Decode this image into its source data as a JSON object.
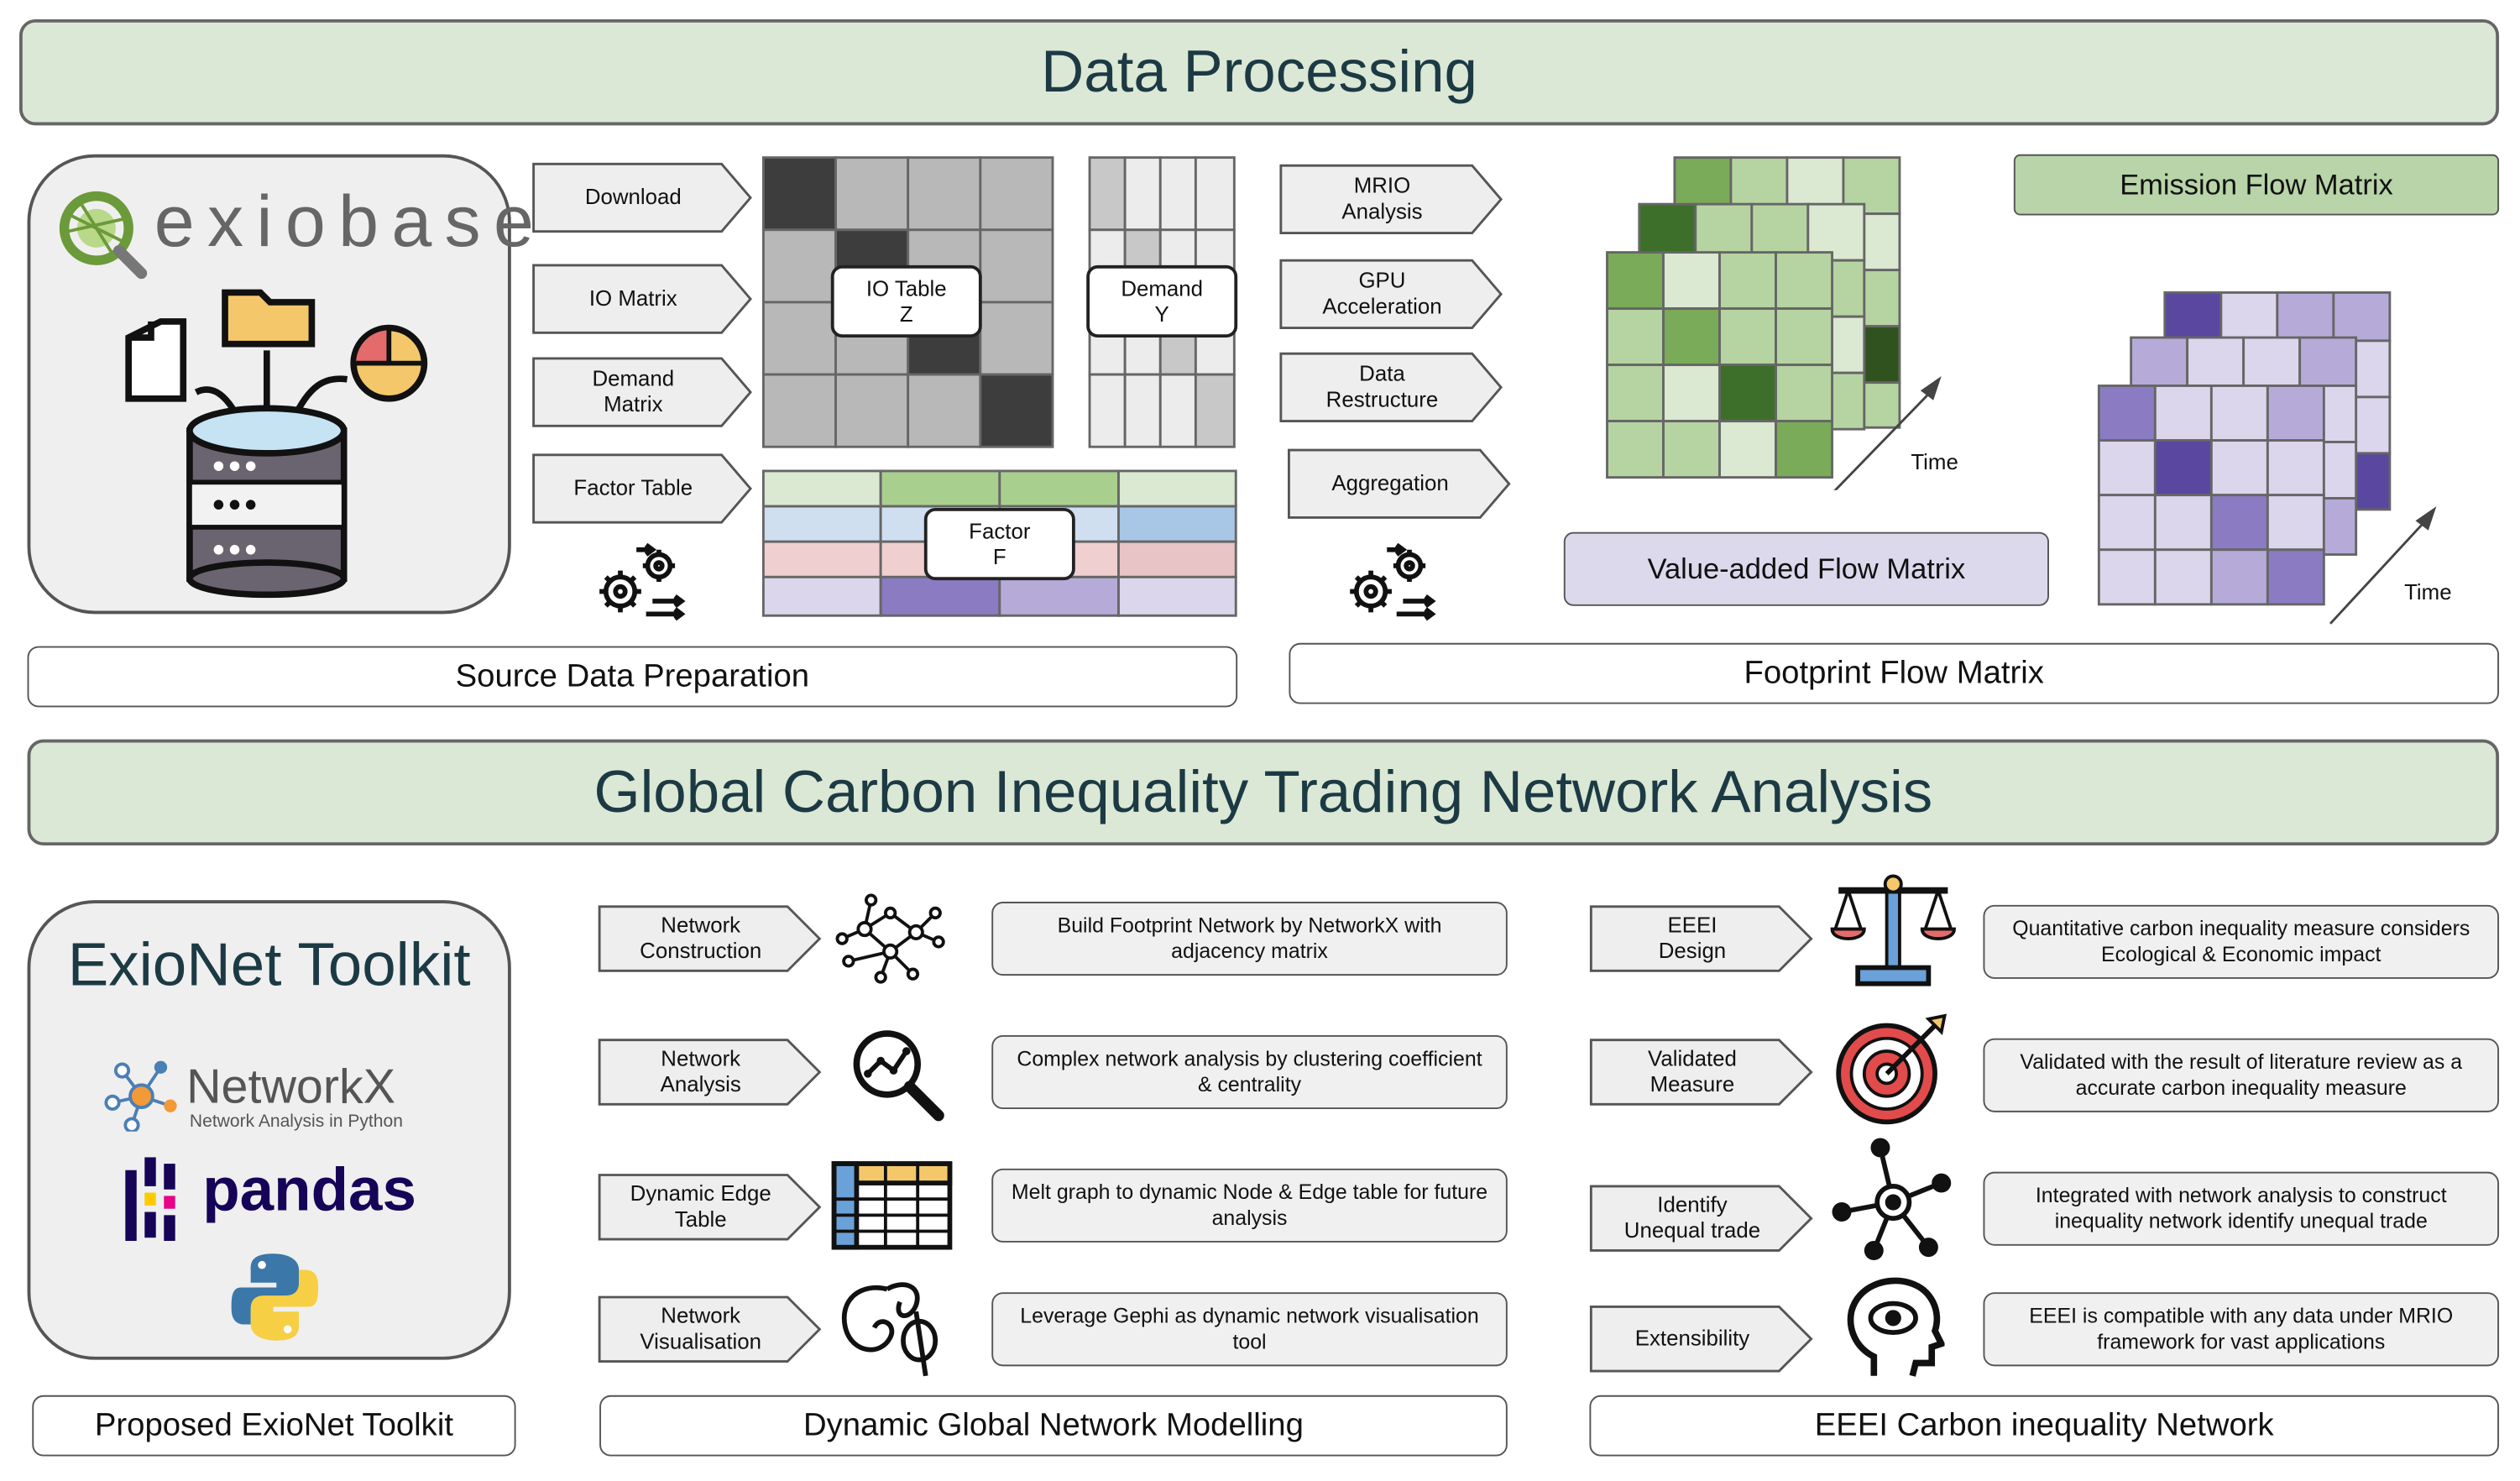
{
  "sections": {
    "data_processing": "Data Processing",
    "network_analysis": "Global Carbon Inequality Trading Network Analysis"
  },
  "captions": {
    "source_prep": "Source Data Preparation",
    "footprint": "Footprint Flow Matrix",
    "toolkit": "Proposed ExioNet Toolkit",
    "dynamic": "Dynamic Global Network Modelling",
    "eeei": "EEEI Carbon inequality Network"
  },
  "exiobase": {
    "logo_text": "exiobase"
  },
  "source_steps": [
    "Download",
    "IO Matrix",
    "Demand\nMatrix",
    "Factor Table"
  ],
  "matrix_labels": {
    "io_table": "IO Table\nZ",
    "demand": "Demand\nY",
    "factor": "Factor\nF"
  },
  "processing_steps": [
    "MRIO\nAnalysis",
    "GPU\nAcceleration",
    "Data\nRestructure",
    "Aggregation"
  ],
  "flow_matrices": {
    "emission": "Emission Flow Matrix",
    "value_added": "Value-added Flow Matrix",
    "time_label": "Time"
  },
  "toolkit": {
    "title": "ExioNet Toolkit",
    "networkx_name": "NetworkX",
    "networkx_sub": "Network Analysis in Python",
    "pandas_name": "pandas"
  },
  "network_rows": [
    {
      "step": "Network\nConstruction",
      "icon": "network-graph-icon",
      "desc": "Build Footprint Network by NetworkX with adjacency matrix"
    },
    {
      "step": "Network\nAnalysis",
      "icon": "magnifier-chart-icon",
      "desc": "Complex network analysis by clustering coefficient & centrality"
    },
    {
      "step": "Dynamic Edge\nTable",
      "icon": "table-icon",
      "desc": "Melt graph to dynamic Node & Edge table for future analysis"
    },
    {
      "step": "Network\nVisualisation",
      "icon": "gephi-icon",
      "desc": "Leverage Gephi as dynamic network visualisation tool"
    }
  ],
  "eeei_rows": [
    {
      "step": "EEEI\nDesign",
      "icon": "scales-icon",
      "desc": "Quantitative carbon inequality measure considers Ecological & Economic impact"
    },
    {
      "step": "Validated\nMeasure",
      "icon": "target-icon",
      "desc": "Validated with the result of literature review as a accurate carbon inequality measure"
    },
    {
      "step": "Identify\nUnequal trade",
      "icon": "hub-network-icon",
      "desc": "Integrated with network analysis to construct inequality network identify unequal trade"
    },
    {
      "step": "Extensibility",
      "icon": "head-eye-icon",
      "desc": "EEEI is compatible with any data under MRIO framework for vast applications"
    }
  ],
  "colors": {
    "banner": "#dbe8d5",
    "green_dark": "#3e6f2a",
    "purple_dark": "#5a47a0",
    "value_added_box": "#dcd9ec",
    "emission_box": "#b8d4a8"
  }
}
